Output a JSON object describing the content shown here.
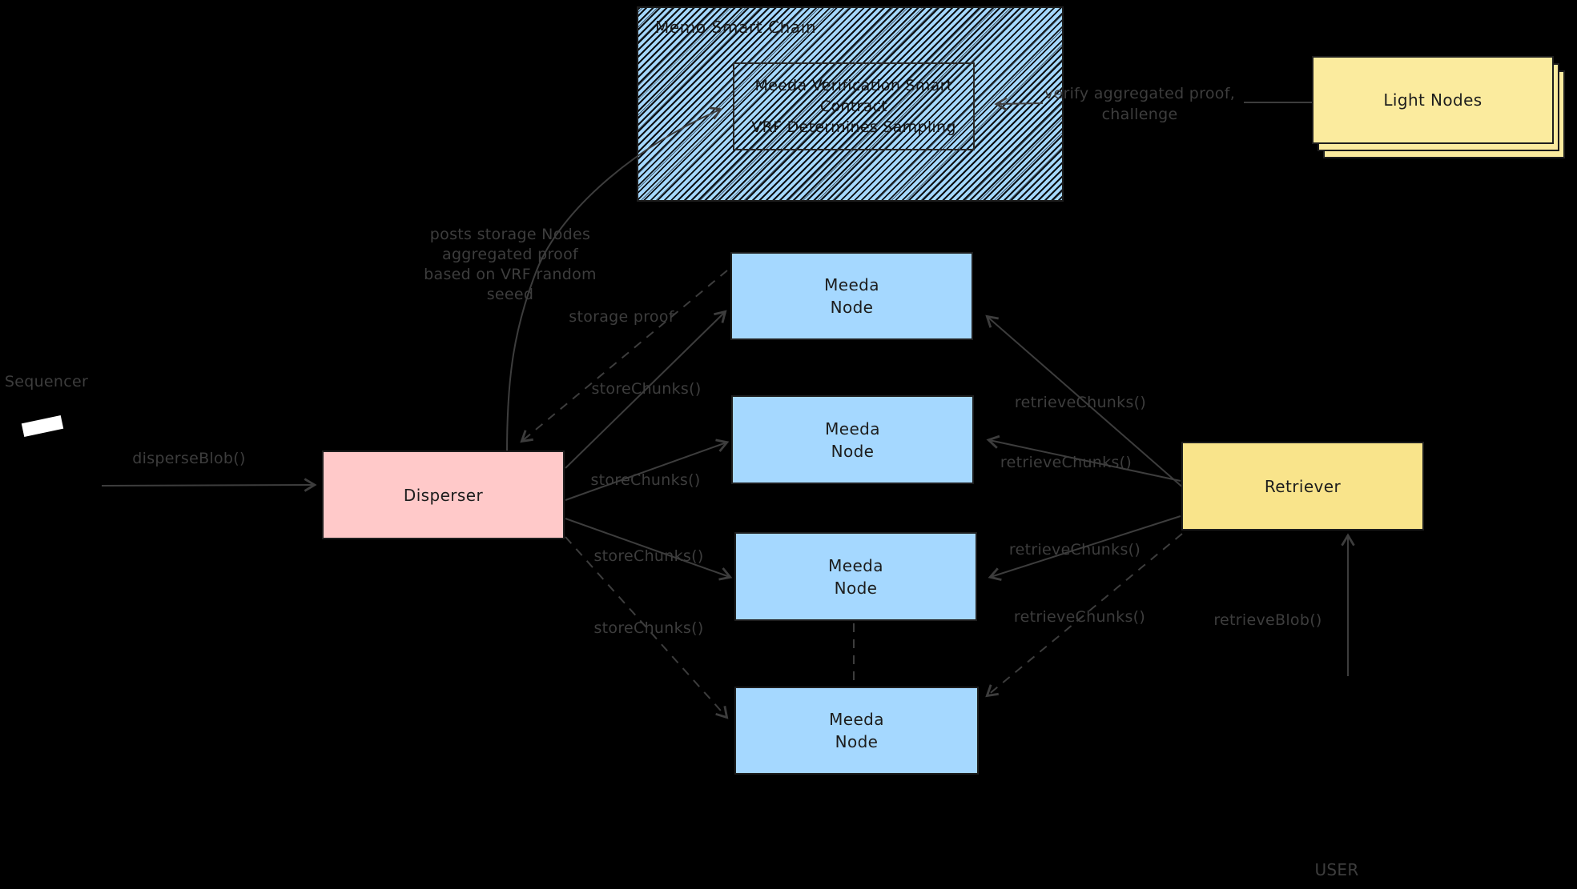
{
  "colors": {
    "node_fill": "#a5d8ff",
    "disperser_fill": "#ffc9c9",
    "retriever_fill": "#f9e48b",
    "light_nodes_fill": "#fbeb9e",
    "stroke": "#3d3d3d",
    "box_border": "#1e1e1e"
  },
  "chain": {
    "title": "Memo Smart Chain",
    "contract_lines": [
      "Meeda Verification Smart",
      "Contract",
      "VRF Determines Sampling"
    ]
  },
  "light_nodes": {
    "label": "Light Nodes"
  },
  "sequencer": {
    "label": "Sequencer"
  },
  "disperser": {
    "label": "Disperser"
  },
  "retriever": {
    "label": "Retriever"
  },
  "user": {
    "label": "USER"
  },
  "meeda_nodes": [
    {
      "line1": "Meeda",
      "line2": "Node"
    },
    {
      "line1": "Meeda",
      "line2": "Node"
    },
    {
      "line1": "Meeda",
      "line2": "Node"
    },
    {
      "line1": "Meeda",
      "line2": "Node"
    }
  ],
  "edge_labels": {
    "disperse_blob": "disperseBlob()",
    "storage_proof": "storage proof",
    "store_chunks": [
      "storeChunks()",
      "storeChunks()",
      "storeChunks()",
      "storeChunks()"
    ],
    "retrieve_chunks": [
      "retrieveChunks()",
      "retrieveChunks()",
      "retrieveChunks()",
      "retrieveChunks()"
    ],
    "retrieve_blob": "retrieveBlob()",
    "posts_proof_lines": [
      "posts storage Nodes",
      "aggregated proof",
      "based on VRF random",
      "seeed"
    ],
    "verify_lines": [
      "verify aggregated proof,",
      "challenge"
    ]
  }
}
